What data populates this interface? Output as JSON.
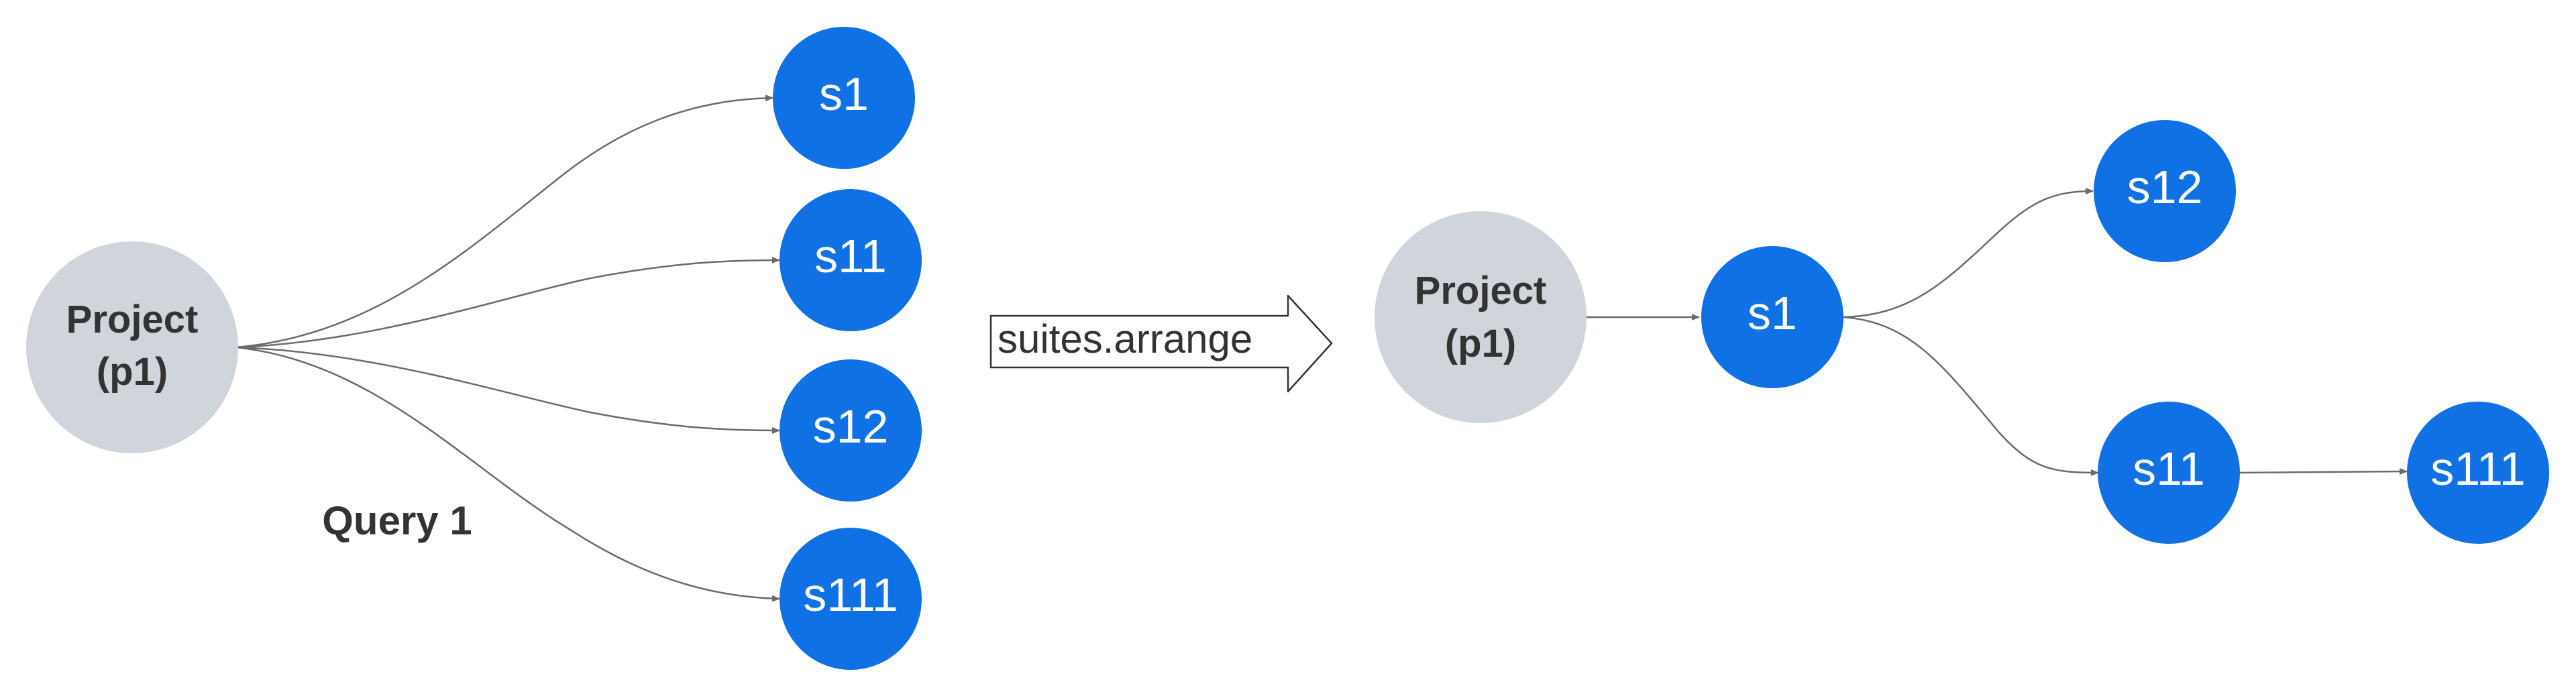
{
  "colors": {
    "suite_node": "#1071e5",
    "project_node": "#d0d4db",
    "edge": "#6b6b6b",
    "text_dark": "#333333",
    "text_light": "#ffffff"
  },
  "left": {
    "project": {
      "line1": "Project",
      "line2": "(p1)"
    },
    "suites": [
      "s1",
      "s11",
      "s12",
      "s111"
    ],
    "query_label": "Query 1"
  },
  "transform": {
    "label": "suites.arrange"
  },
  "right": {
    "project": {
      "line1": "Project",
      "line2": "(p1)"
    },
    "s1": "s1",
    "s12": "s12",
    "s11": "s11",
    "s111": "s111"
  }
}
